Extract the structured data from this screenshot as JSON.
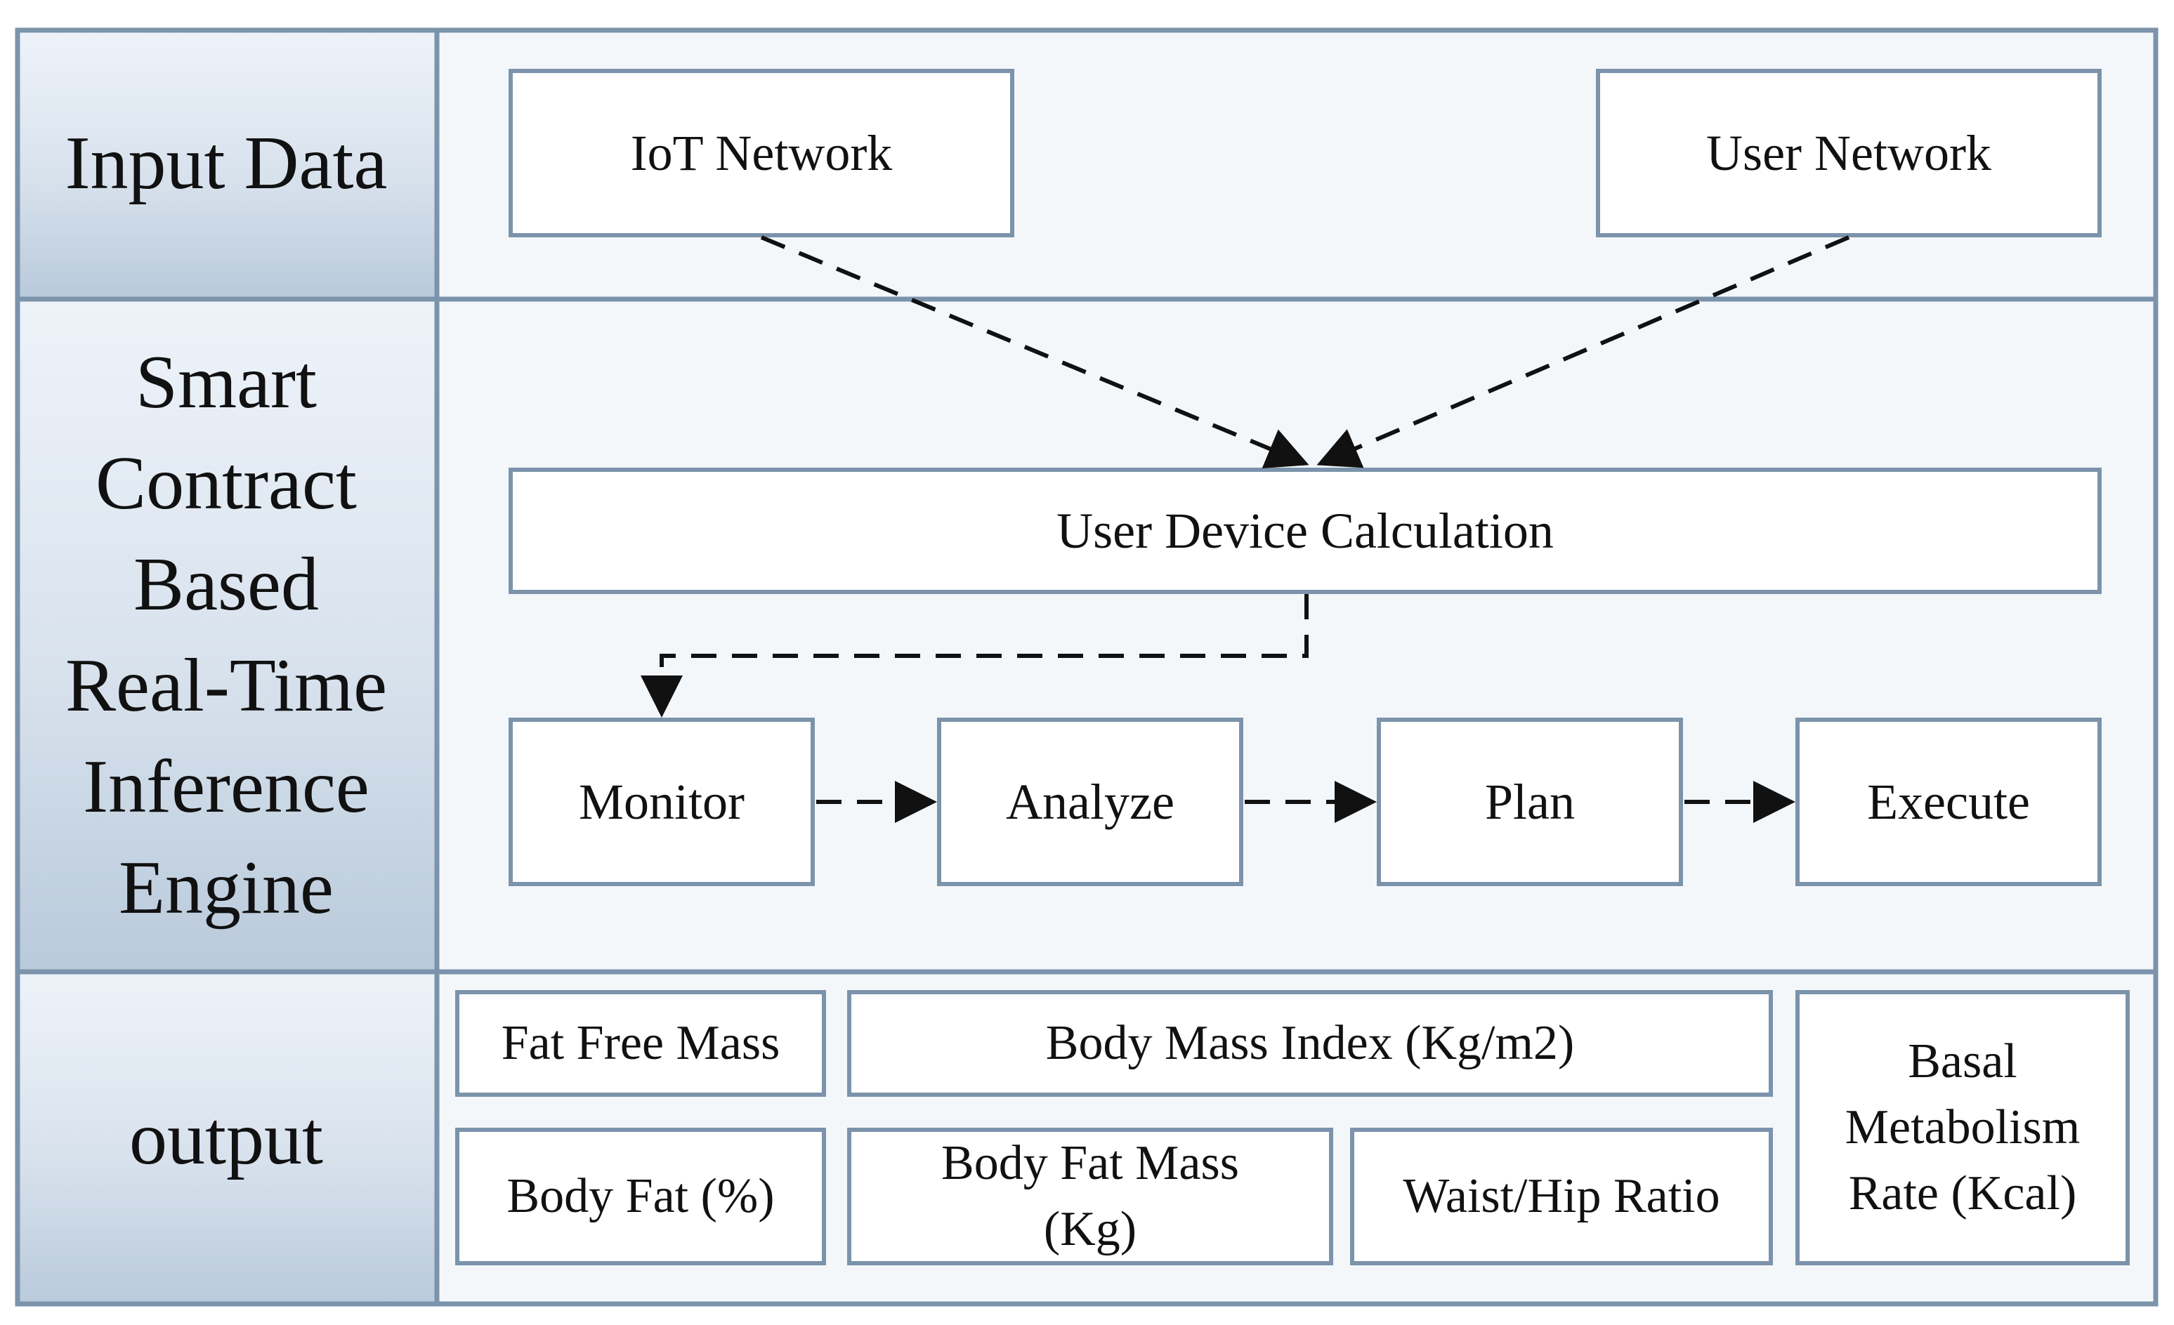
{
  "rows": {
    "input": {
      "label": "Input Data"
    },
    "engine": {
      "label": "Smart\nContract\nBased\nReal-Time\nInference\nEngine"
    },
    "output": {
      "label": "output"
    }
  },
  "input_nodes": {
    "iot": "IoT Network",
    "user": "User Network"
  },
  "engine_nodes": {
    "calc": "User Device Calculation",
    "monitor": "Monitor",
    "analyze": "Analyze",
    "plan": "Plan",
    "execute": "Execute"
  },
  "output_nodes": {
    "ffm": "Fat Free Mass",
    "bmi": "Body Mass Index (Kg/m2)",
    "bmr": "Basal\nMetabolism\nRate (Kcal)",
    "bf": "Body Fat (%)",
    "bfm": "Body Fat Mass\n(Kg)",
    "whr": "Waist/Hip Ratio"
  },
  "colors": {
    "border": "#7b93ab",
    "arrow": "#111111",
    "panel": "#f4f7fa"
  }
}
